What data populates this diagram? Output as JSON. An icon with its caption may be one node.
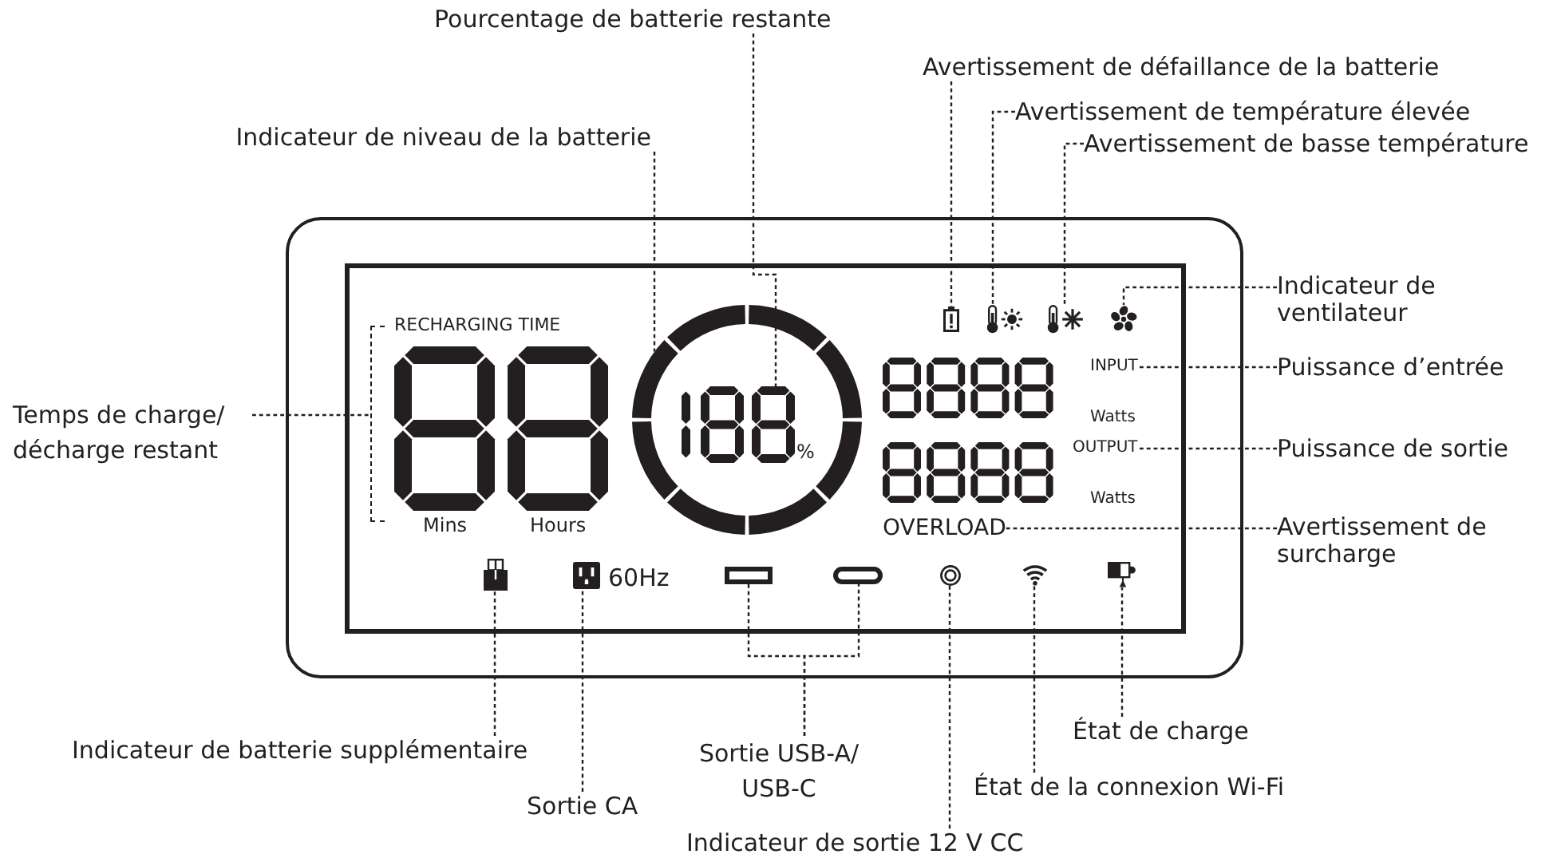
{
  "diagram": {
    "nodes": [
      {
        "text": [
          "Pourcentage de batterie restante"
        ]
      },
      {
        "text": [
          "Avertissement de défaillance de la batterie"
        ]
      },
      {
        "text": [
          "Avertissement de température élevée"
        ]
      },
      {
        "text": [
          "Indicateur de niveau de la batterie"
        ]
      },
      {
        "text": [
          "Avertissement de basse température"
        ]
      },
      {
        "text": [],
        "shape": "box"
      },
      {
        "text": [],
        "shape": "box",
        "in": 5
      },
      {
        "text": [],
        "shape": "picture",
        "in": 6
      },
      {
        "text": [],
        "shape": "picture",
        "in": 6
      },
      {
        "text": [],
        "shape": "picture",
        "in": 6
      },
      {
        "text": [],
        "shape": "picture",
        "in": 6
      },
      {
        "text": [
          "RECHARGING TIME",
          "Mins",
          "Hours"
        ],
        "in": 6
      },
      {
        "text": [],
        "shape": "circle",
        "in": 6
      },
      {
        "text": [],
        "shape": "picture",
        "in": 12,
        "beside": [
          "%"
        ]
      },
      {
        "text": [
          "INPUT"
        ],
        "in": 6
      },
      {
        "text": [
          "OUTPUT"
        ],
        "in": 6
      },
      {
        "text": [
          "OVERLOAD"
        ],
        "in": 6
      },
      {
        "text": [],
        "shape": "picture",
        "in": 6
      },
      {
        "text": [],
        "shape": "picture",
        "in": 6
      },
      {
        "text": [],
        "shape": "box",
        "in": 6
      },
      {
        "text": [],
        "shape": "box",
        "in": 6
      },
      {
        "text": [],
        "shape": "picture",
        "in": 6
      },
      {
        "text": [],
        "shape": "picture",
        "in": 6
      },
      {
        "text": [],
        "shape": "picture",
        "in": 6
      },
      {
        "text": [
          "Indicateur de ventilateur"
        ]
      },
      {
        "text": [
          "Puissance d’entrée"
        ]
      },
      {
        "text": [
          "Temps de charge/ décharge restant"
        ]
      },
      {
        "text": [
          "Puissance de sortie"
        ]
      },
      {
        "text": [
          "Avertissement de surcharge"
        ]
      },
      {
        "text": [
          "Indicateur de batterie supplémentaire"
        ]
      },
      {
        "text": [
          "Sortie USB-A/ USB-C"
        ]
      },
      {
        "text": [
          "État de charge"
        ]
      },
      {
        "text": [
          "Sortie CA"
        ]
      },
      {
        "text": [
          "État de la connexion Wi-Fi"
        ]
      },
      {
        "text": [
          "Indicateur de sortie 12 V CC"
        ]
      }
    ],
    "edges": [
      {
        "from": 0,
        "to": 13,
        "arrow": "none"
      },
      {
        "from": 1,
        "to": 7,
        "arrow": "none"
      },
      {
        "from": 2,
        "to": 8,
        "arrow": "none"
      },
      {
        "from": 3,
        "to": 12,
        "arrow": "none"
      },
      {
        "from": 4,
        "to": 9,
        "arrow": "none"
      },
      {
        "from": 24,
        "to": 10,
        "arrow": "none"
      },
      {
        "from": 25,
        "to": 14,
        "arrow": "none"
      },
      {
        "from": 26,
        "to": 11,
        "arrow": "none"
      },
      {
        "from": 27,
        "to": 15,
        "arrow": "none"
      },
      {
        "from": 28,
        "to": 16,
        "arrow": "none"
      },
      {
        "from": 29,
        "to": 17,
        "arrow": "none"
      },
      {
        "from": 30,
        "to": 19,
        "arrow": "none"
      },
      {
        "from": 30,
        "to": 20,
        "arrow": "none"
      },
      {
        "from": 31,
        "to": 23,
        "arrow": "none"
      },
      {
        "from": 32,
        "to": 18,
        "arrow": "none"
      },
      {
        "from": 33,
        "to": 22,
        "arrow": "none"
      },
      {
        "from": 34,
        "to": 21,
        "arrow": "none"
      }
    ],
    "labels": [
      "Watts",
      "Watts",
      "60Hz"
    ]
  }
}
